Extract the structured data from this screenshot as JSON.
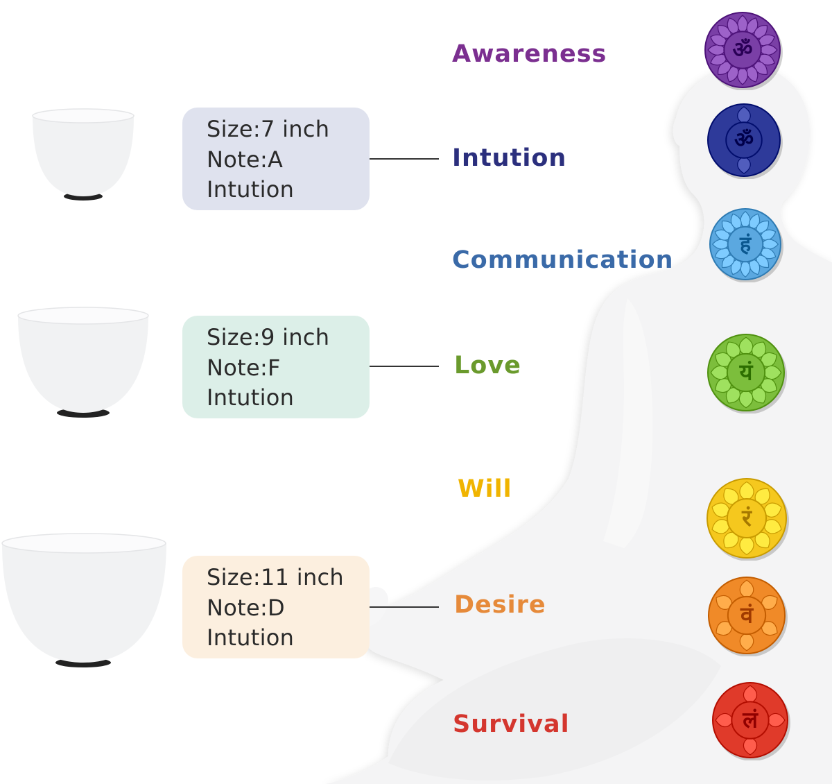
{
  "bowls": [
    {
      "size_label": "Size:7 inch",
      "note_label": "Note:A",
      "purpose_label": "Intution",
      "card_color": "#dfe2ee"
    },
    {
      "size_label": "Size:9 inch",
      "note_label": "Note:F",
      "purpose_label": "Intution",
      "card_color": "#dcefe8"
    },
    {
      "size_label": "Size:11 inch",
      "note_label": "Note:D",
      "purpose_label": "Intution",
      "card_color": "#fcefdf"
    }
  ],
  "chakras": [
    {
      "label": "Awareness",
      "color": "#7b2f90",
      "fill": "#7a3fa6",
      "glyph": "ॐ"
    },
    {
      "label": "Intution",
      "color": "#2b2f7d",
      "fill": "#2e3a9a",
      "glyph": "ॐ"
    },
    {
      "label": "Communication",
      "color": "#3a6aa8",
      "fill": "#5ba8e0",
      "glyph": "हं"
    },
    {
      "label": "Love",
      "color": "#6a9a2c",
      "fill": "#7cbe3c",
      "glyph": "यं"
    },
    {
      "label": "Will",
      "color": "#f0b400",
      "fill": "#f5c81e",
      "glyph": "रं"
    },
    {
      "label": "Desire",
      "color": "#e68a3a",
      "fill": "#f08a28",
      "glyph": "वं"
    },
    {
      "label": "Survival",
      "color": "#d4362e",
      "fill": "#e03a2a",
      "glyph": "लं"
    }
  ]
}
